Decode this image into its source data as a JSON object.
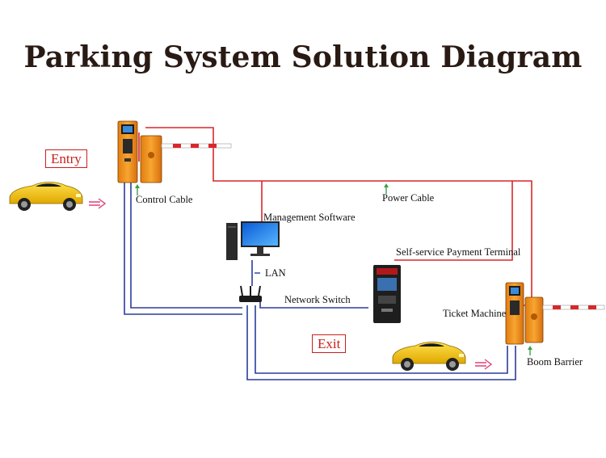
{
  "title": "Parking System Solution Diagram",
  "labels": {
    "entry": "Entry",
    "exit": "Exit",
    "control_cable": "Control Cable",
    "power_cable": "Power Cable",
    "management_software": "Management Software",
    "lan": "LAN",
    "network_switch": "Network Switch",
    "payment_terminal": "Self-service Payment Terminal",
    "ticket_machine": "Ticket Machine",
    "boom_barrier": "Boom Barrier"
  },
  "colors": {
    "power_line": "#d9272a",
    "data_line": "#2b3b9c",
    "marker": "#3aa04a",
    "arrow": "#e0407a",
    "kiosk_orange": "#f39a20",
    "car_yellow": "#f2c20a"
  },
  "icons": {
    "entry_kiosk": "ticket-kiosk-icon",
    "exit_kiosk": "ticket-kiosk-icon",
    "entry_barrier": "boom-barrier-icon",
    "exit_barrier": "boom-barrier-icon",
    "computer": "desktop-computer-icon",
    "router": "network-router-icon",
    "payment": "payment-terminal-icon",
    "entry_car": "sports-car-icon",
    "exit_car": "sports-car-icon"
  }
}
